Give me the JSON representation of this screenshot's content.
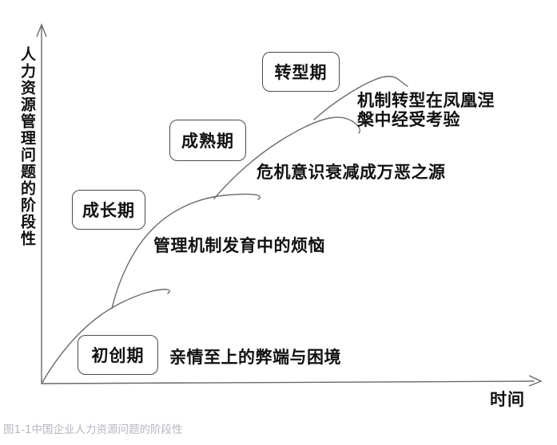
{
  "figure": {
    "y_axis_label": "人力资源管理问题的阶段性",
    "x_axis_label": "时间",
    "stages": [
      {
        "id": "startup",
        "label": "初创期",
        "annotation": "亲情至上的弊端与困境"
      },
      {
        "id": "growth",
        "label": "成长期",
        "annotation": "管理机制发育中的烦恼"
      },
      {
        "id": "maturity",
        "label": "成熟期",
        "annotation": "危机意识衰减成万恶之源"
      },
      {
        "id": "transformation",
        "label": "转型期",
        "annotation_line1": "机制转型在凤凰涅",
        "annotation_line2": "槃中经受考验"
      }
    ],
    "caption": "图1-1中国企业人力资源问题的阶段性",
    "colors": {
      "curve": "#6a6a6a",
      "axis": "#6a6a6a",
      "box_border": "#4a4a4a",
      "text": "#111111",
      "caption": "#b4b7bd",
      "background": "#ffffff"
    }
  }
}
